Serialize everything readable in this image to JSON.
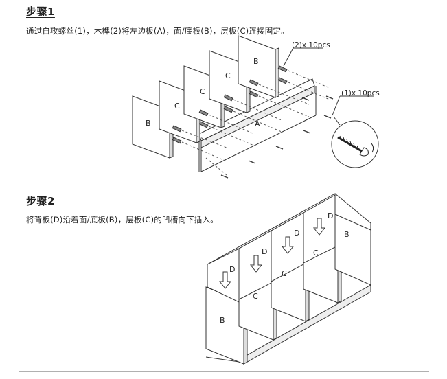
{
  "steps": [
    {
      "title": "步骤1",
      "instruction": "通过自攻螺丝(1)，木榫(2)将左边板(A)，面/底板(B)，层板(C)连接固定。",
      "callouts": {
        "dowel": "(2)x 10pcs",
        "screw": "(1)x 10pcs"
      },
      "panel_labels": {
        "left": "B",
        "c1": "C",
        "c2": "C",
        "c3": "C",
        "right": "B",
        "side": "A"
      }
    },
    {
      "title": "步骤2",
      "instruction": "将背板(D)沿着面/底板(B)，层板(C)的凹槽向下插入。",
      "panel_labels": {
        "front": "B",
        "c1": "C",
        "c2": "C",
        "c3": "C",
        "back": "B",
        "d1": "D",
        "d2": "D",
        "d3": "D",
        "d4": "D"
      }
    }
  ]
}
